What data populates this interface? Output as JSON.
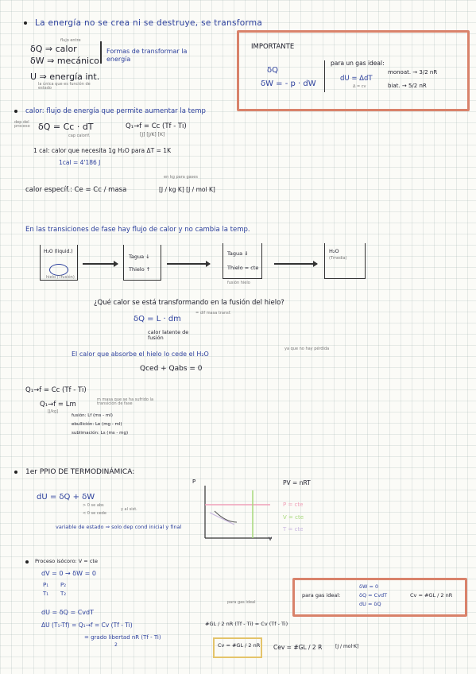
{
  "intro": {
    "title": "La energía no se crea ni se destruye, se transforma",
    "dQ": "δQ ⇒ calor",
    "dQ_note": "flujo entre",
    "dW": "δW ⇒ mecánico",
    "formas": "Formas de transformar la energía",
    "U": "U ⇒ energía int.",
    "U_note": "la única que es función de estado"
  },
  "importante": {
    "title": "IMPORTANTE",
    "dQ": "δQ",
    "dW": "δW = - p · dW",
    "gas_ideal": "para un gas ideal:",
    "dU": "dU = ΔdT",
    "dU_sub": "Δ = cv",
    "mono": "monoat. → 3/2 nR",
    "bi": "biat. → 5/2 nR"
  },
  "calor": {
    "def": "calor: flujo de energía que permite aumentar la temp",
    "dep": "dep del proceso",
    "eq": "δQ = Cc · dT",
    "eq_sub": "cap calorif.",
    "eq2": "Q₁→f = Cc (Tf - Ti)",
    "units": "[J]   [J/K]   [K]",
    "cal_def": "1 cal: calor que necesita 1g H₂O para ΔT = 1K",
    "cal_eq": "1cal = 4'186 J",
    "especif": "calor específ.: Ce = Cc / masa",
    "especif_units": "[J / kg K]   [J / mol K]",
    "especif_note": "en kg   para gases"
  },
  "fase": {
    "text": "En las transiciones de fase hay flujo de calor y no cambia la temp.",
    "b1_label": "H₂O (liquid.)",
    "b1_ice": "hielo (Tfusión)",
    "b2_l1": "Tagua ↓",
    "b2_l2": "Thielo ↑",
    "b3_l1": "Tagua ⇓",
    "b3_l2": "Thielo = cte",
    "b3_caption": "fusión hielo",
    "b4_l1": "H₂O",
    "b4_l2": "(Tmedia)",
    "question": "¿Qué calor se está transformando en la fusión del hielo?",
    "dQL": "δQ = L · dm",
    "dQL_note": "= dif masa transf.",
    "latente": "calor latente de fusión",
    "absorbe": "El calor que absorbe el hielo lo cede el H₂O",
    "absorbe_note": "ya que no hay pérdida",
    "balance": "Qced + Qabs = 0"
  },
  "latentes": {
    "q1": "Q₁→f = Cc (Tf - Ti)",
    "q2": "Q₁→f = Lm",
    "q2_note": "m masa que se ha sufrido la transición de fase",
    "q2_units": "[J/kg]",
    "fusion": "fusión: Lf (ms - ml)",
    "ebull": "ebullición: Le (mg - ml)",
    "sublim": "sublimación: Ls (ms - mg)"
  },
  "ppio": {
    "title": "1er PPIO DE TERMODINÁMICA:",
    "dU": "dU = δQ + δW",
    "dU_note1": "> 0 se abs",
    "dU_note2": "< 0 se cede",
    "dU_note3": "y al sist.",
    "var": "variable de estado ⇒ solo dep cond inicial y final",
    "graph_p": "P",
    "graph_v": "V",
    "pv": "PV = nRT",
    "legend": [
      "P = cte",
      "V = cte",
      "T = cte"
    ],
    "legend_colors": [
      "#f0a0b8",
      "#a7d87a",
      "#c9b7e0"
    ]
  },
  "isocoro": {
    "title": "Proceso isócoro: V = cte",
    "l1": "dV = 0 → δW = 0",
    "l2a": "P₁",
    "l2b": "P₂",
    "l2c": "T₁",
    "l2d": "T₂",
    "l3": "dU = δQ = CvdT",
    "l4": "ΔU (T₁-Tf) = Q₁→f = Cv (Tf - Ti)",
    "l5": "= grado libertad nR (Tf - Ti)",
    "l5_den": "2",
    "right1": "#GL / 2 nR (Tf - Ti) = Cv (Tf - Ti)",
    "right_note": "para gas ideal",
    "cv_box": "Cv = #GL / 2 nR",
    "ce": "Cev = #GL / 2 R",
    "ce_units": "[J / mol·K]",
    "box_lead": "para gas ideal:",
    "box1": "δW = 0",
    "box2": "δQ = CvdT",
    "box3": "dU = δQ",
    "box_cv": "Cv = #GL / 2 nR"
  }
}
